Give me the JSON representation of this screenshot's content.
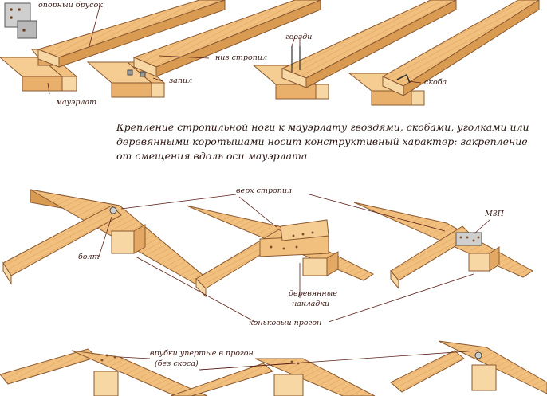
{
  "labels": {
    "support_bar": "опорный брусок",
    "nails": "гвозди",
    "rafter_bottom": "низ стропил",
    "notch": "запил",
    "staple": "скоба",
    "mauerlat": "мауэрлат",
    "rafter_top": "верх стропил",
    "mzp": "МЗП",
    "bolt": "болт",
    "wooden_plates_1": "деревянные",
    "wooden_plates_2": "накладки",
    "ridge_purlin": "коньковый прогон",
    "notches_1": "врубки упертые в прогон",
    "notches_2": "(без скоса)"
  },
  "caption": {
    "line1": "Крепление стропильной ноги к мауэрлату гвоздями, скобами, уголками или",
    "line2": "деревянными коротышами носит конструктивный характер: закрепление",
    "line3": "от смещения вдоль оси мауэрлата"
  },
  "colors": {
    "wood": "#f2c07e",
    "wood_dark": "#d99a52",
    "wood_end": "#f7d7a3",
    "outline": "#8a5a32",
    "leader": "#5a1f18",
    "metal": "#c8c8c8"
  }
}
